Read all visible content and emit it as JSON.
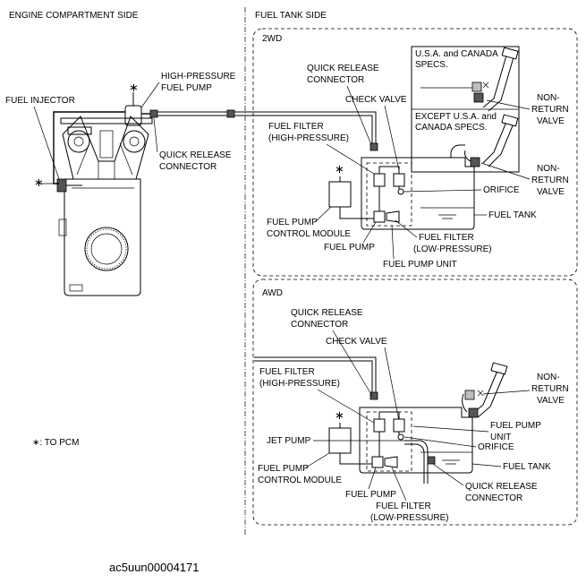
{
  "headers": {
    "engine_side": "ENGINE COMPARTMENT SIDE",
    "fuel_tank_side": "FUEL TANK SIDE"
  },
  "engine": {
    "fuel_injector": "FUEL INJECTOR",
    "hp_pump_line1": "HIGH-PRESSURE",
    "hp_pump_line2": "FUEL PUMP",
    "qrc_line1": "QUICK RELEASE",
    "qrc_line2": "CONNECTOR"
  },
  "legend": {
    "star": "∗",
    "to_pcm": "∗: TO PCM"
  },
  "twowd": {
    "title": "2WD",
    "qrc_line1": "QUICK RELEASE",
    "qrc_line2": "CONNECTOR",
    "check_valve": "CHECK VALVE",
    "usa_line1": "U.S.A. and CANADA",
    "usa_line2": "SPECS.",
    "except_line1": "EXCEPT U.S.A. and",
    "except_line2": "CANADA SPECS.",
    "nrv1_line1": "NON-",
    "nrv1_line2": "RETURN",
    "nrv1_line3": "VALVE",
    "nrv2_line1": "NON-",
    "nrv2_line2": "RETURN",
    "nrv2_line3": "VALVE",
    "ff_hp_line1": "FUEL FILTER",
    "ff_hp_line2": "(HIGH-PRESSURE)",
    "orifice": "ORIFICE",
    "fuel_tank": "FUEL TANK",
    "fpcm_line1": "FUEL PUMP",
    "fpcm_line2": "CONTROL MODULE",
    "fuel_pump": "FUEL PUMP",
    "ff_lp_line1": "FUEL FILTER",
    "ff_lp_line2": "(LOW-PRESSURE)",
    "fuel_pump_unit": "FUEL PUMP UNIT"
  },
  "awd": {
    "title": "AWD",
    "qrc_line1": "QUICK RELEASE",
    "qrc_line2": "CONNECTOR",
    "check_valve": "CHECK VALVE",
    "ff_hp_line1": "FUEL FILTER",
    "ff_hp_line2": "(HIGH-PRESSURE)",
    "nrv_line1": "NON-",
    "nrv_line2": "RETURN",
    "nrv_line3": "VALVE",
    "fpu_line1": "FUEL PUMP",
    "fpu_line2": "UNIT",
    "jet_pump": "JET PUMP",
    "orifice": "ORIFICE",
    "fuel_tank": "FUEL TANK",
    "fpcm_line1": "FUEL PUMP",
    "fpcm_line2": "CONTROL MODULE",
    "qrc2_line1": "QUICK RELEASE",
    "qrc2_line2": "CONNECTOR",
    "fuel_pump": "FUEL PUMP",
    "ff_lp_line1": "FUEL FILTER",
    "ff_lp_line2": "(LOW-PRESSURE)"
  },
  "footer": {
    "code": "ac5uun00004171"
  }
}
